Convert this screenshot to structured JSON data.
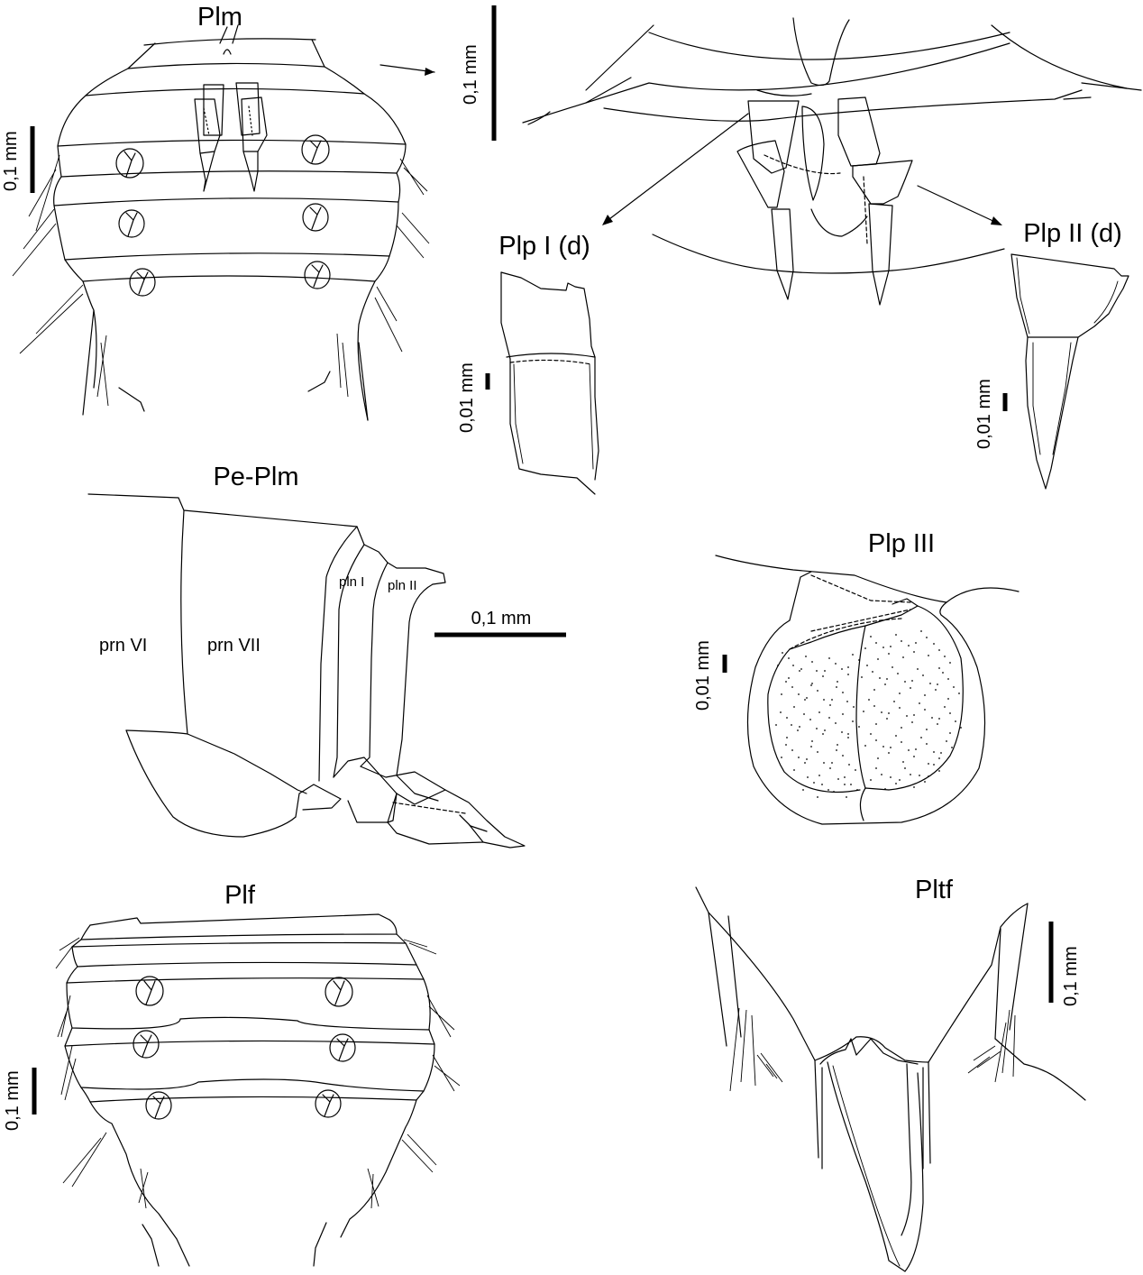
{
  "figure": {
    "panels": [
      {
        "id": "plm",
        "label": "Plm",
        "scale": "0,1 mm"
      },
      {
        "id": "plm-detail",
        "label": "",
        "scale": "0,1 mm"
      },
      {
        "id": "plp1",
        "label": "Plp I (d)",
        "scale": "0,01 mm"
      },
      {
        "id": "plp2",
        "label": "Plp II (d)",
        "scale": "0,01 mm"
      },
      {
        "id": "pe-plm",
        "label": "Pe-Plm",
        "scale": "0,1 mm"
      },
      {
        "id": "plp3",
        "label": "Plp III",
        "scale": "0,01 mm"
      },
      {
        "id": "plf",
        "label": "Plf",
        "scale": "0,1 mm"
      },
      {
        "id": "pltf",
        "label": "Pltf",
        "scale": "0,1 mm"
      }
    ],
    "segment_labels": {
      "prn6": "prn VI",
      "prn7": "prn VII",
      "pln1": "pln I",
      "pln2": "pln II"
    },
    "colors": {
      "ink": "#000000",
      "paper": "#ffffff"
    }
  }
}
